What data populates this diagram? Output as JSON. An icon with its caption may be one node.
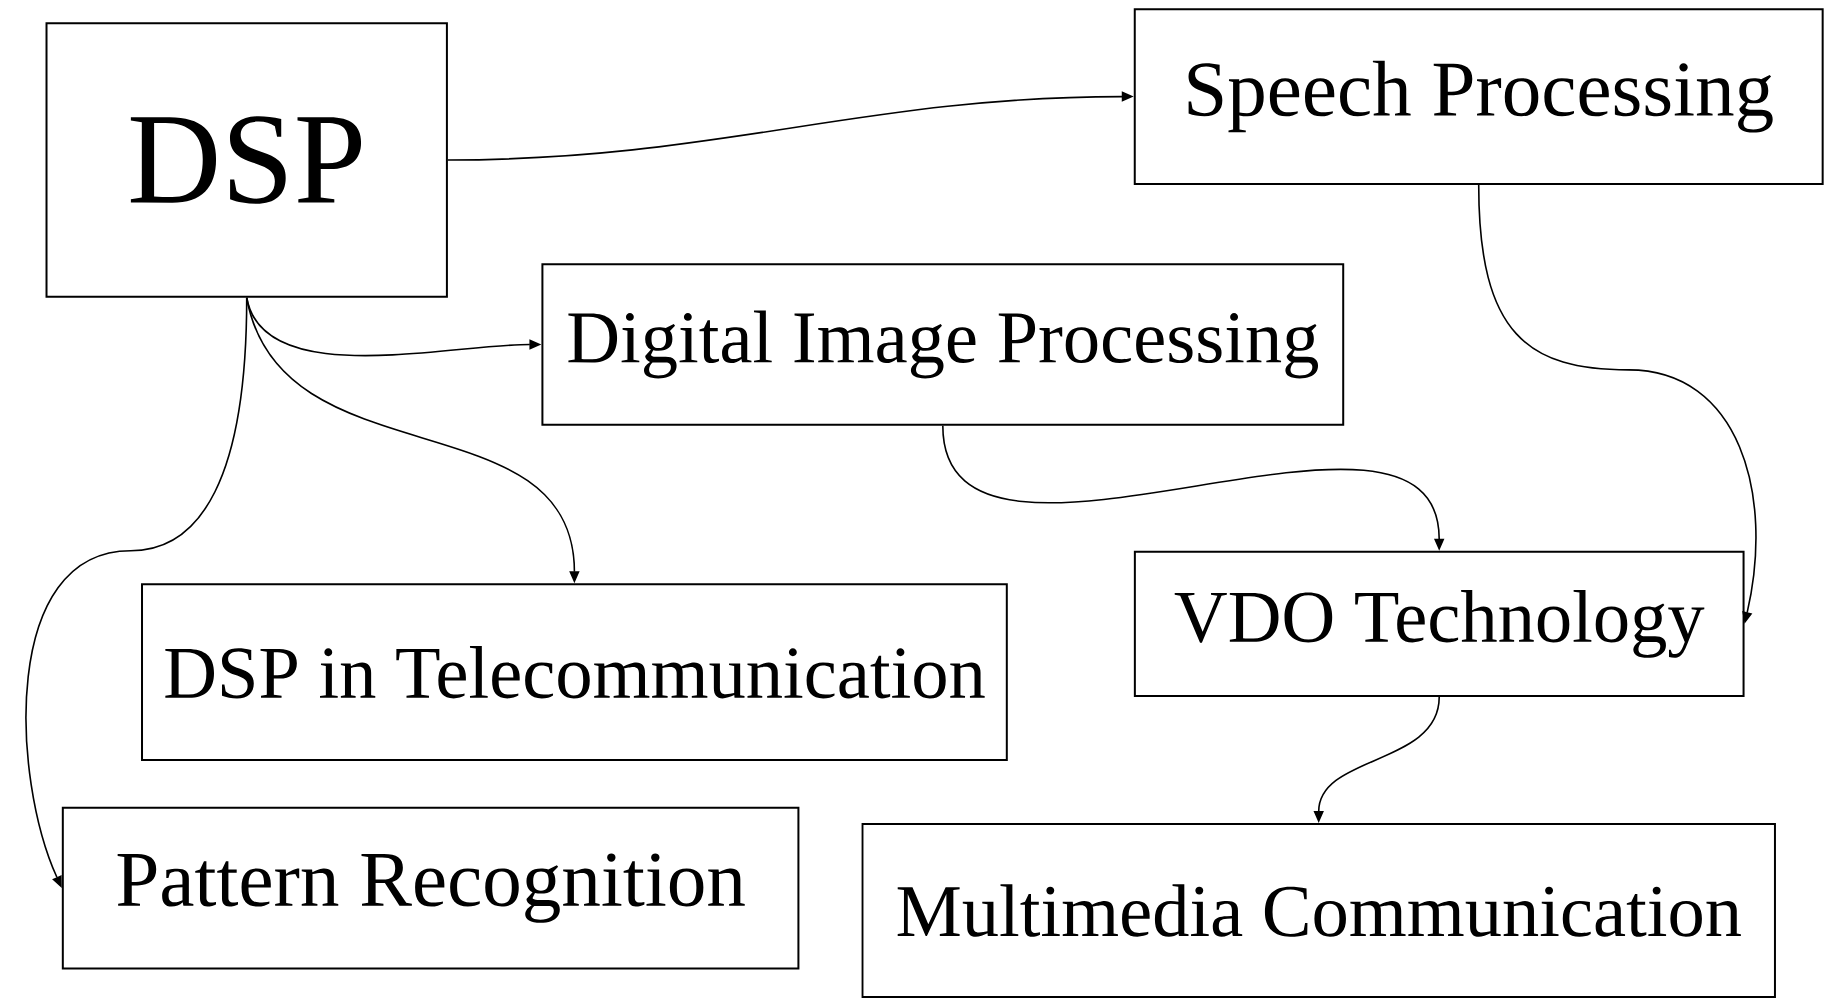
{
  "diagram": {
    "nodes": [
      {
        "text": [
          "DSP"
        ]
      },
      {
        "text": [
          "Speech Processing"
        ]
      },
      {
        "text": [
          "Digital Image Processing"
        ]
      },
      {
        "text": [
          "DSP in Telecommunication"
        ]
      },
      {
        "text": [
          "VDO Technology"
        ]
      },
      {
        "text": [
          "Pattern Recognition"
        ]
      },
      {
        "text": [
          "Multimedia Communication"
        ]
      }
    ],
    "edges": [
      {
        "from": 0,
        "to": 1,
        "arrow": "to"
      },
      {
        "from": 0,
        "to": 2,
        "arrow": "to"
      },
      {
        "from": 0,
        "to": 3,
        "arrow": "to"
      },
      {
        "from": 0,
        "to": 5,
        "arrow": "to"
      },
      {
        "from": 1,
        "to": 4,
        "arrow": "to"
      },
      {
        "from": 2,
        "to": 4,
        "arrow": "to"
      },
      {
        "from": 4,
        "to": 6,
        "arrow": "to"
      }
    ]
  }
}
